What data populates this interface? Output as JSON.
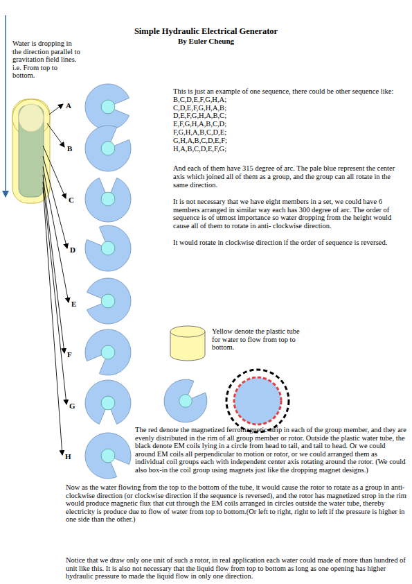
{
  "diagram": {
    "title": "Simple Hydraulic Electrical Generator",
    "labels": [
      "By Euler Cheung",
      "Water is dropping in the direction parallel to gravitation field lines. i.e. From top to bottom.",
      "A",
      "B",
      "C",
      "D",
      "E",
      "F",
      "G",
      "H",
      "This is just an example of one sequence, there could be other sequence like:",
      "B,C,D,E,F,G,H,A;",
      "C,D,E,F,G,H,A,B;",
      "D,E,F,G,H,A,B,C;",
      "E,F,G,H,A,B,C,D;",
      "F,G,H,A,B,C,D,E;",
      "G,H,A,B,C,D,E,F;",
      "H,A,B,C,D,E,F,G;",
      "And each of them have 315 degree of arc. The pale blue represent the center axis which joined all of them as a group, and the group can all rotate in the same direction.",
      "It is not necessary that we have eight members in a set, we could have 6 members arranged in similar way each has 300 degree of arc. The order of sequence  is of utmost importance so water dropping from the height would cause all of them to rotate in anti- clockwise direction.",
      "It would rotate in clockwise direction if the order of sequence is reversed.",
      "Yellow denote the plastic tube for water to flow from top to bottom.",
      "The red denote the magnetized ferromagnetic strip in each of the group member, and they are evenly distributed in the rim of all group member or rotor. Outside the plastic water tube, the black denote EM coils lying in a circle from head to tail, and tail to head. Or we could around EM coils all perpendicular to motion or rotor, or we could arranged them as individual coil groups each with independent center axis rotating around the rotor. (We could also box-in the coil group  using magnets just like the dropping magnet designs.)",
      "Now as the water flowing from the top to the bottom of the tube, it would cause the rotor to rotate as a group in anti-clockwise direction (or clockwise direction if the sequence is reversed), and the rotor has magnetized strop in the rim would produce magnetic flux that cut through the EM coils arranged in circles outside the water tube, thereby electricity is produce due to flow of water from top to bottom.(Or left to right, right to left if the pressure is higher in one side than the other.)",
      "Notice that we draw only one unit of such a rotor, in real application each water could made of more than hundred of unit like this. It is also not necessary that the liquid flow from top to bottom as long as one opening has higher hydraulic pressure to made the liquid flow in only one direction."
    ]
  }
}
